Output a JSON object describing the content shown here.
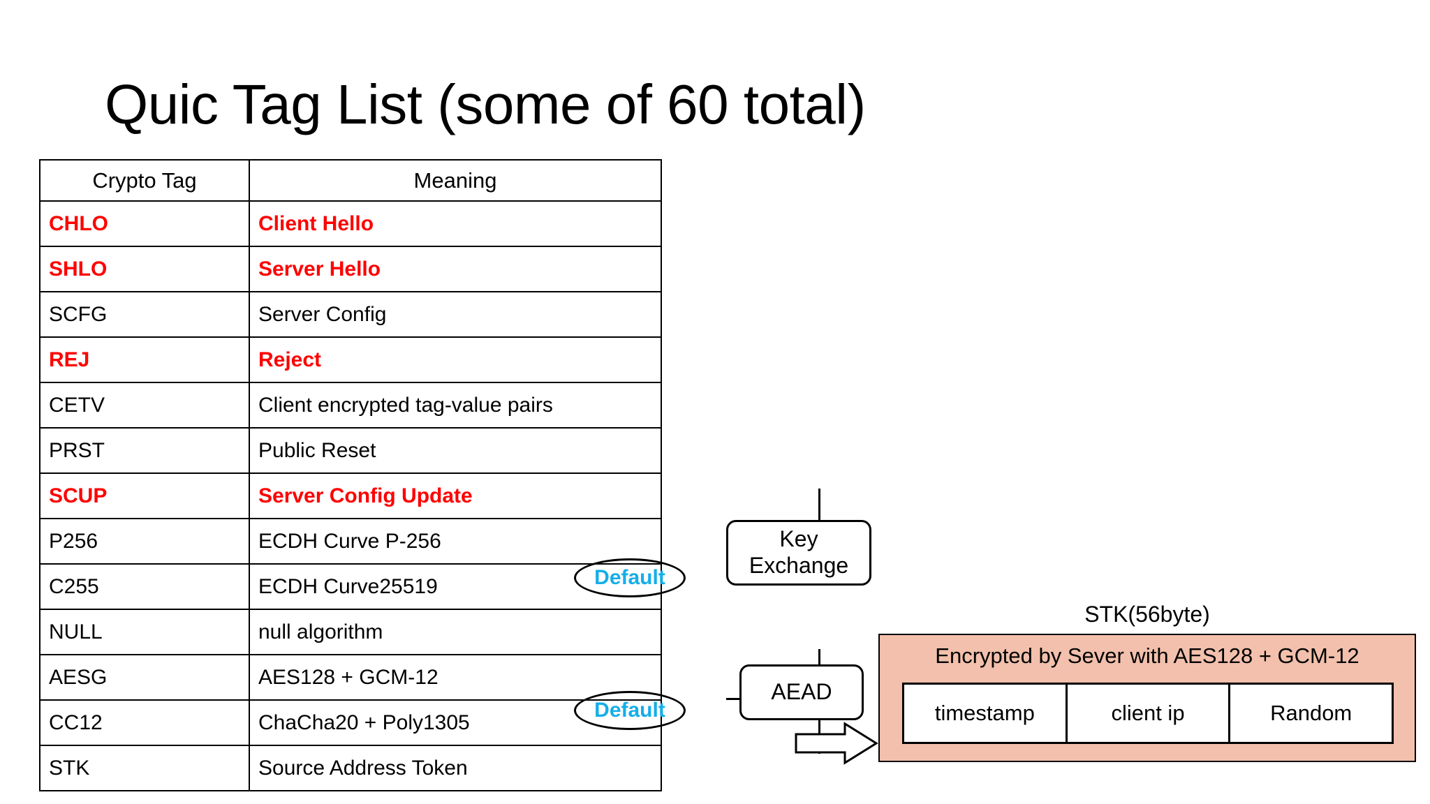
{
  "slide": {
    "title": "Quic Tag List (some of 60 total)"
  },
  "colors": {
    "highlight_red": "#FF0000",
    "default_cyan": "#15AEE8",
    "panel_salmon": "#F2C0AC",
    "line_black": "#000000",
    "background": "#FFFFFF"
  },
  "table": {
    "headers": [
      "Crypto  Tag",
      "Meaning"
    ],
    "rows": [
      {
        "tag": "CHLO",
        "meaning": "Client Hello",
        "highlight": true
      },
      {
        "tag": "SHLO",
        "meaning": "Server Hello",
        "highlight": true
      },
      {
        "tag": "SCFG",
        "meaning": "Server Config",
        "highlight": false
      },
      {
        "tag": "REJ",
        "meaning": "Reject",
        "highlight": true
      },
      {
        "tag": "CETV",
        "meaning": "Client encrypted tag-value pairs",
        "highlight": false
      },
      {
        "tag": "PRST",
        "meaning": "Public Reset",
        "highlight": false
      },
      {
        "tag": "SCUP",
        "meaning": "Server Config Update",
        "highlight": true
      },
      {
        "tag": "P256",
        "meaning": "ECDH Curve P-256",
        "highlight": false
      },
      {
        "tag": "C255",
        "meaning": "ECDH Curve25519",
        "highlight": false
      },
      {
        "tag": "NULL",
        "meaning": "null algorithm",
        "highlight": false
      },
      {
        "tag": "AESG",
        "meaning": "AES128 + GCM-12",
        "highlight": false
      },
      {
        "tag": "CC12",
        "meaning": "ChaCha20 + Poly1305",
        "highlight": false
      },
      {
        "tag": "STK",
        "meaning": "Source Address Token",
        "highlight": false
      }
    ]
  },
  "annotations": {
    "default_badges": [
      {
        "label": "Default",
        "for_row": "C255"
      },
      {
        "label": "Default",
        "for_row": "CC12"
      }
    ],
    "callouts": [
      {
        "label": "Key Exchange",
        "groups": [
          "P256",
          "C255"
        ]
      },
      {
        "label": "AEAD",
        "groups": [
          "NULL",
          "AESG",
          "CC12"
        ]
      }
    ]
  },
  "stk": {
    "caption": "STK(56byte)",
    "panel_title": "Encrypted by Sever with AES128 + GCM-12",
    "fields": [
      "timestamp",
      "client ip",
      "Random"
    ]
  }
}
